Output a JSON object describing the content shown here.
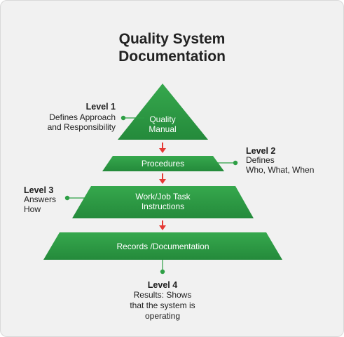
{
  "title_line1": "Quality System",
  "title_line2": "Documentation",
  "pyramid": {
    "top": {
      "line1": "Quality",
      "line2": "Manual"
    },
    "tier2": {
      "label": "Procedures"
    },
    "tier3": {
      "line1": "Work/Job Task",
      "line2": "Instructions"
    },
    "tier4": {
      "label": "Records /Documentation"
    }
  },
  "levels": {
    "level1": {
      "title": "Level 1",
      "line1": "Defines Approach",
      "line2": "and Responsibility"
    },
    "level2": {
      "title": "Level 2",
      "line1": "Defines",
      "line2": "Who, What, When"
    },
    "level3": {
      "title": "Level 3",
      "line1": "Answers",
      "line2": "How"
    },
    "level4": {
      "title": "Level 4",
      "line1": "Results: Shows",
      "line2": "that the system is",
      "line3": "operating"
    }
  },
  "colors": {
    "green": "#2e9f45",
    "arrow": "#e53935",
    "background": "#f1f1f1"
  }
}
